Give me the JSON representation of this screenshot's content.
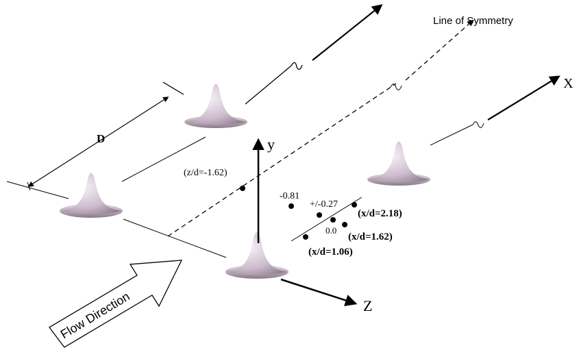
{
  "labels": {
    "line_of_symmetry": "Line of Symmetry",
    "axis_x": "X",
    "axis_y": "y",
    "axis_z": "Z",
    "spacing": "D",
    "flow_direction": "Flow Direction",
    "z_position": "(z/d=-1.62)",
    "x_position_far": "(x/d=2.18)",
    "x_position_mid": "(x/d=1.62)",
    "x_position_near": "(x/d=1.06)",
    "z_value_far": "-0.81",
    "z_value_mid": "+/-0.27",
    "z_value_center": "0.0"
  },
  "colors": {
    "line": "#000000",
    "bump_light": "#f4eef4",
    "bump_mid": "#c8b8c8",
    "bump_dark": "#7a6a7a"
  }
}
